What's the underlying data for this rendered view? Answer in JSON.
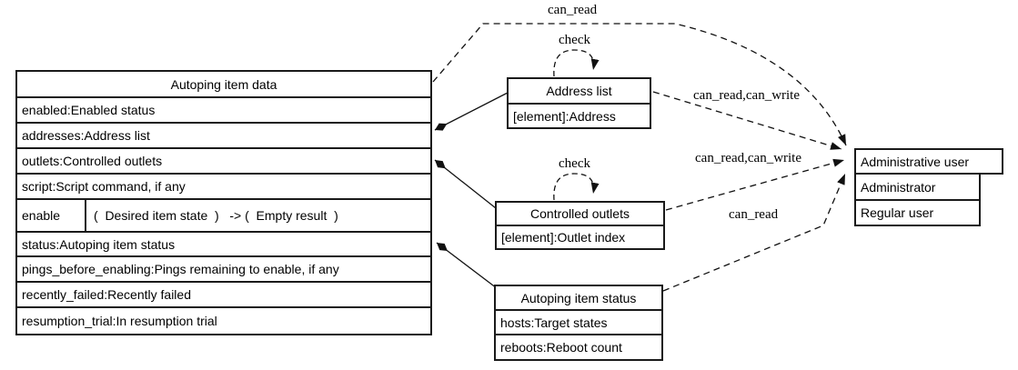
{
  "diagram": {
    "autoping_item_data": {
      "title": "Autoping item data",
      "fields": [
        "enabled:Enabled status",
        "addresses:Address list",
        "outlets:Controlled outlets",
        "script:Script command, if any"
      ],
      "method": {
        "name": "enable",
        "signature": "(  Desired item state  )   -> (  Empty result  )"
      },
      "fields2": [
        "status:Autoping item status",
        "pings_before_enabling:Pings remaining to enable, if any",
        "recently_failed:Recently failed",
        "resumption_trial:In resumption trial"
      ]
    },
    "address_list": {
      "title": "Address list",
      "fields": [
        "[element]:Address"
      ]
    },
    "controlled_outlets": {
      "title": "Controlled outlets",
      "fields": [
        "[element]:Outlet index"
      ]
    },
    "autoping_item_status": {
      "title": "Autoping item status",
      "fields": [
        "hosts:Target states",
        "reboots:Reboot count"
      ]
    },
    "administrative_user": {
      "title": "Administrative user",
      "fields": [
        "Administrator",
        "Regular user"
      ]
    },
    "edge_labels": {
      "can_read_top": "can_read",
      "check_address": "check",
      "rw_address": "can_read,can_write",
      "check_outlets": "check",
      "rw_outlets": "can_read,can_write",
      "can_read_status": "can_read"
    },
    "colors": {
      "line": "#111111",
      "border": "#1a1a1a",
      "background": "#ffffff"
    }
  }
}
